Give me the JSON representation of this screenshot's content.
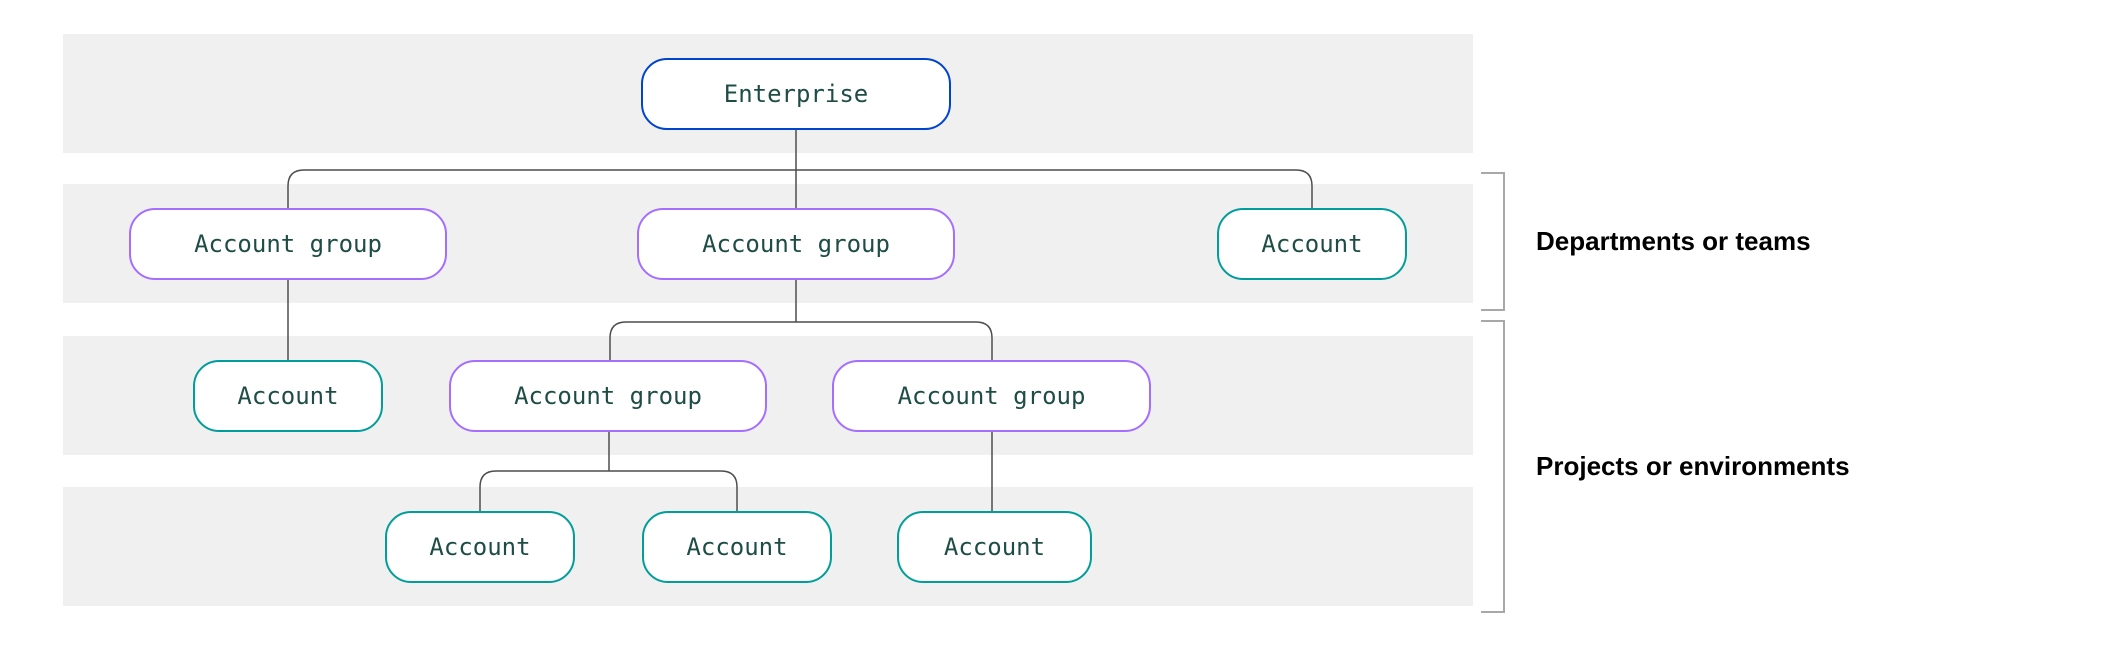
{
  "nodes": {
    "enterprise": {
      "label": "Enterprise",
      "type": "enterprise"
    },
    "row2_group1": {
      "label": "Account group",
      "type": "account-group"
    },
    "row2_group2": {
      "label": "Account group",
      "type": "account-group"
    },
    "row2_account": {
      "label": "Account",
      "type": "account"
    },
    "row3_account": {
      "label": "Account",
      "type": "account"
    },
    "row3_group1": {
      "label": "Account group",
      "type": "account-group"
    },
    "row3_group2": {
      "label": "Account group",
      "type": "account-group"
    },
    "row4_account1": {
      "label": "Account",
      "type": "account"
    },
    "row4_account2": {
      "label": "Account",
      "type": "account"
    },
    "row4_account3": {
      "label": "Account",
      "type": "account"
    }
  },
  "annotations": {
    "departments": {
      "label": "Departments or teams"
    },
    "projects": {
      "label": "Projects or environments"
    }
  },
  "colors": {
    "enterprise_border": "#0043ce",
    "account_group_border": "#a56eff",
    "account_border": "#009d9a",
    "node_text": "#1e4d45",
    "band_background": "#f0f0f0",
    "connector": "#4d4d4d",
    "bracket": "#a8a8a8",
    "annotation_text": "#000000"
  }
}
